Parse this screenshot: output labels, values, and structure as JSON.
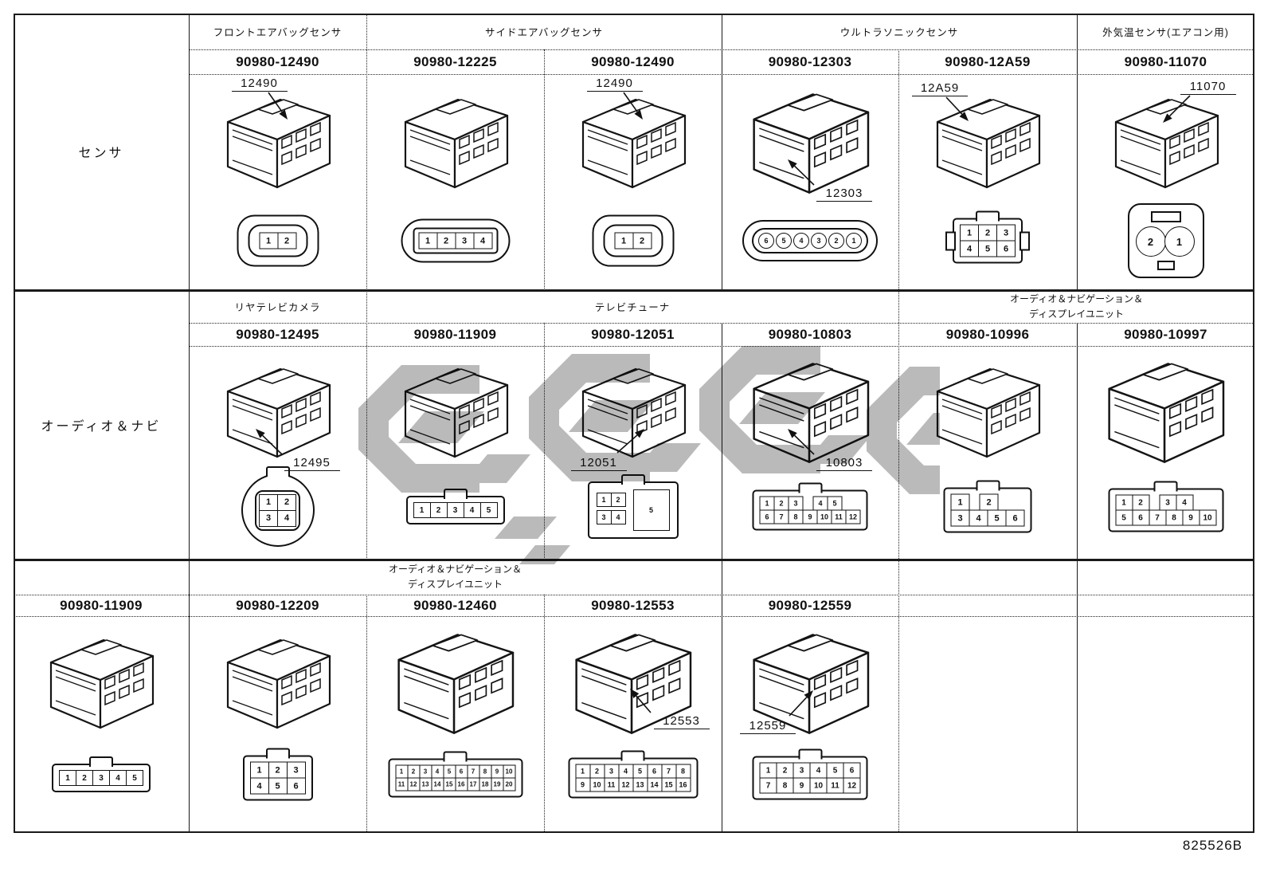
{
  "page": {
    "code": "825526B"
  },
  "colors": {
    "line": "#1a1a1a",
    "watermark": "#bababa",
    "paper": "#ffffff"
  },
  "rows": [
    {
      "label": "センサ",
      "groups": [
        {
          "name": "フロントエアバッグセンサ"
        },
        {
          "name": "サイドエアバッグセンサ"
        },
        {
          "name": "ウルトラソニックセンサ"
        },
        {
          "name": "外気温センサ(エアコン用)"
        }
      ],
      "cells": [
        {
          "part": "90980-12490",
          "callout": "12490",
          "callout_pos": "top",
          "face": {
            "style": "round-square",
            "rows": [
              [
                "1",
                "2"
              ]
            ]
          }
        },
        {
          "part": "90980-12225",
          "face": {
            "style": "oval",
            "rows": [
              [
                "1",
                "2",
                "3",
                "4"
              ]
            ]
          }
        },
        {
          "part": "90980-12490",
          "callout": "12490",
          "callout_pos": "top",
          "face": {
            "style": "round-square",
            "rows": [
              [
                "1",
                "2"
              ]
            ]
          }
        },
        {
          "part": "90980-12303",
          "callout": "12303",
          "callout_pos": "bottom-right",
          "face": {
            "style": "circles",
            "rows": [
              [
                "6",
                "5",
                "4",
                "3",
                "2",
                "1"
              ]
            ]
          }
        },
        {
          "part": "90980-12A59",
          "callout": "12A59",
          "callout_pos": "top-left",
          "face": {
            "style": "wing",
            "rows": [
              [
                "1",
                "2",
                "3"
              ],
              [
                "4",
                "5",
                "6"
              ]
            ]
          }
        },
        {
          "part": "90980-11070",
          "callout": "11070",
          "callout_pos": "top-right",
          "face": {
            "style": "big-circles",
            "rows": [
              [
                "2",
                "1"
              ]
            ]
          }
        }
      ]
    },
    {
      "label": "オーディオ＆ナビ",
      "groups": [
        {
          "name": "リヤテレビカメラ"
        },
        {
          "name": "テレビチューナ"
        },
        {
          "name": "オーディオ＆ナビゲーション＆",
          "name2": "ディスプレイユニット"
        }
      ],
      "cells": [
        {
          "part": "90980-12495",
          "callout": "12495",
          "callout_pos": "bottom-right",
          "face": {
            "style": "round",
            "rows": [
              [
                "1",
                "2"
              ],
              [
                "3",
                "4"
              ]
            ]
          }
        },
        {
          "part": "90980-11909",
          "face": {
            "style": "rect",
            "rows": [
              [
                "1",
                "2",
                "3",
                "4",
                "5"
              ]
            ]
          }
        },
        {
          "part": "90980-12051",
          "callout": "12051",
          "callout_pos": "bottom-left",
          "face": {
            "style": "quad-big",
            "rows": [
              [
                "1",
                "2"
              ],
              [
                "3",
                "4"
              ]
            ],
            "big": "5"
          }
        },
        {
          "part": "90980-10803",
          "callout": "10803",
          "callout_pos": "bottom-right",
          "face": {
            "style": "rect",
            "rows": [
              [
                "1",
                "2",
                "3",
                null,
                "4",
                "5"
              ],
              [
                "6",
                "7",
                "8",
                "9",
                "10",
                "11",
                "12"
              ]
            ]
          }
        },
        {
          "part": "90980-10996",
          "face": {
            "style": "rect",
            "rows": [
              [
                "1",
                null,
                "2"
              ],
              [
                "3",
                "4",
                "5",
                "6"
              ]
            ]
          }
        },
        {
          "part": "90980-10997",
          "face": {
            "style": "rect",
            "rows": [
              [
                "1",
                "2",
                null,
                "3",
                "4"
              ],
              [
                "5",
                "6",
                "7",
                "8",
                "9",
                "10"
              ]
            ]
          }
        }
      ]
    },
    {
      "label": "",
      "groups": [
        {
          "name": "オーディオ＆ナビゲーション＆",
          "name2": "ディスプレイユニット"
        }
      ],
      "cells": [
        {
          "part": "90980-11909",
          "face": {
            "style": "rect",
            "rows": [
              [
                "1",
                "2",
                "3",
                "4",
                "5"
              ]
            ]
          }
        },
        {
          "part": "90980-12209",
          "face": {
            "style": "rect",
            "rows": [
              [
                "1",
                "2",
                "3"
              ],
              [
                "4",
                "5",
                "6"
              ]
            ]
          }
        },
        {
          "part": "90980-12460",
          "face": {
            "style": "rect",
            "rows": [
              [
                "1",
                "2",
                "3",
                "4",
                "5",
                "6",
                "7",
                "8",
                "9",
                "10"
              ],
              [
                "11",
                "12",
                "13",
                "14",
                "15",
                "16",
                "17",
                "18",
                "19",
                "20"
              ]
            ]
          }
        },
        {
          "part": "90980-12553",
          "callout": "12553",
          "callout_pos": "right",
          "face": {
            "style": "rect",
            "rows": [
              [
                "1",
                "2",
                "3",
                "4",
                "5",
                "6",
                "7",
                "8"
              ],
              [
                "9",
                "10",
                "11",
                "12",
                "13",
                "14",
                "15",
                "16"
              ]
            ]
          }
        },
        {
          "part": "90980-12559",
          "callout": "12559",
          "callout_pos": "left",
          "face": {
            "style": "rect",
            "rows": [
              [
                "1",
                "2",
                "3",
                "4",
                "5",
                "6"
              ],
              [
                "7",
                "8",
                "9",
                "10",
                "11",
                "12"
              ]
            ]
          }
        }
      ]
    }
  ]
}
